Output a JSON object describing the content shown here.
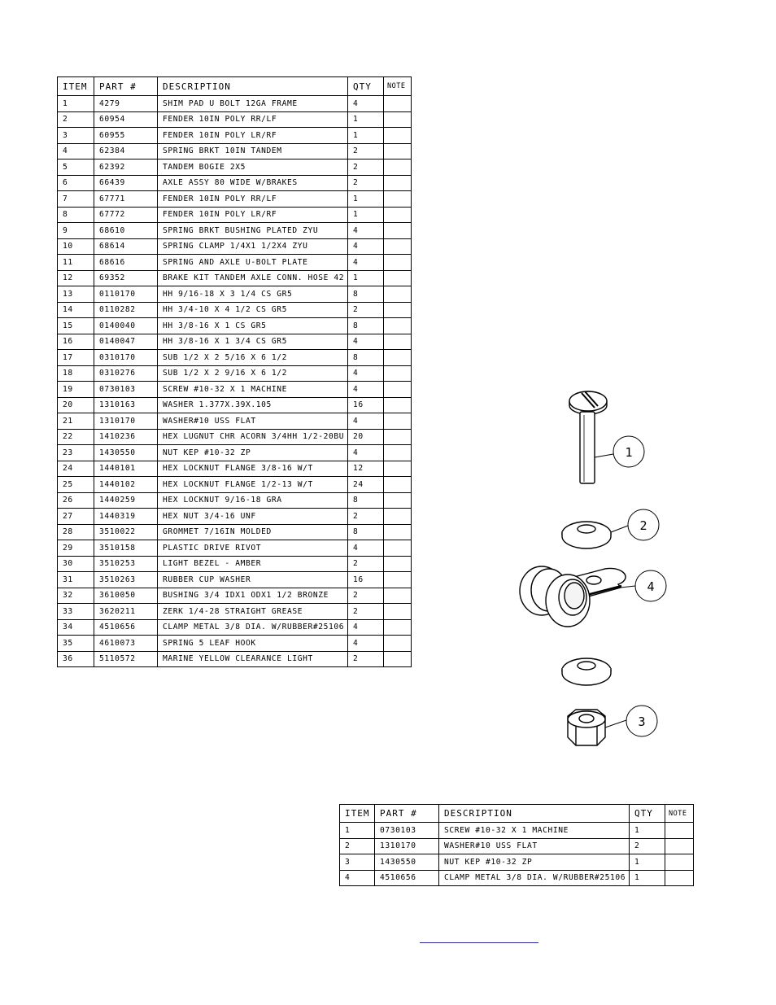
{
  "main_table": {
    "headers": [
      "ITEM",
      "PART #",
      "DESCRIPTION",
      "QTY",
      "NOTE"
    ],
    "rows": [
      [
        "1",
        "4279",
        "SHIM PAD   U BOLT 12GA FRAME",
        "4",
        ""
      ],
      [
        "2",
        "60954",
        "FENDER  10IN POLY RR/LF",
        "1",
        ""
      ],
      [
        "3",
        "60955",
        "FENDER  10IN POLY LR/RF",
        "1",
        ""
      ],
      [
        "4",
        "62384",
        "SPRING BRKT   10IN TANDEM",
        "2",
        ""
      ],
      [
        "5",
        "62392",
        "TANDEM BOGIE   2X5",
        "2",
        ""
      ],
      [
        "6",
        "66439",
        "AXLE ASSY 80 WIDE W/BRAKES",
        "2",
        ""
      ],
      [
        "7",
        "67771",
        "FENDER  10IN POLY RR/LF",
        "1",
        ""
      ],
      [
        "8",
        "67772",
        "FENDER  10IN POLY LR/RF",
        "1",
        ""
      ],
      [
        "9",
        "68610",
        "SPRING BRKT BUSHING PLATED ZYU",
        "4",
        ""
      ],
      [
        "10",
        "68614",
        "SPRING CLAMP   1/4X1 1/2X4  ZYU",
        "4",
        ""
      ],
      [
        "11",
        "68616",
        "SPRING AND AXLE U-BOLT PLATE",
        "4",
        ""
      ],
      [
        "12",
        "69352",
        "BRAKE KIT TANDEM AXLE CONN. HOSE 42",
        "1",
        ""
      ],
      [
        "13",
        "0110170",
        "HH 9/16-18 X 3 1/4 CS GR5",
        "8",
        ""
      ],
      [
        "14",
        "0110282",
        "HH 3/4-10 X 4 1/2 CS GR5",
        "2",
        ""
      ],
      [
        "15",
        "0140040",
        "HH 3/8-16 X 1 CS GR5",
        "8",
        ""
      ],
      [
        "16",
        "0140047",
        "HH 3/8-16 X 1 3/4 CS GR5",
        "4",
        ""
      ],
      [
        "17",
        "0310170",
        "SUB 1/2 X 2 5/16 X 6 1/2",
        "8",
        ""
      ],
      [
        "18",
        "0310276",
        "SUB 1/2 X 2 9/16 X 6 1/2",
        "4",
        ""
      ],
      [
        "19",
        "0730103",
        "SCREW #10-32 X 1 MACHINE",
        "4",
        ""
      ],
      [
        "20",
        "1310163",
        "WASHER 1.377X.39X.105",
        "16",
        ""
      ],
      [
        "21",
        "1310170",
        "WASHER#10 USS FLAT",
        "4",
        ""
      ],
      [
        "22",
        "1410236",
        "HEX LUGNUT CHR ACORN 3/4HH 1/2-20BU",
        "20",
        ""
      ],
      [
        "23",
        "1430550",
        "NUT KEP #10-32 ZP",
        "4",
        ""
      ],
      [
        "24",
        "1440101",
        "HEX LOCKNUT FLANGE 3/8-16 W/T",
        "12",
        ""
      ],
      [
        "25",
        "1440102",
        "HEX LOCKNUT FLANGE 1/2-13 W/T",
        "24",
        ""
      ],
      [
        "26",
        "1440259",
        "HEX LOCKNUT 9/16-18 GRA",
        "8",
        ""
      ],
      [
        "27",
        "1440319",
        "HEX NUT 3/4-16 UNF",
        "2",
        ""
      ],
      [
        "28",
        "3510022",
        "GROMMET  7/16IN MOLDED",
        "8",
        ""
      ],
      [
        "29",
        "3510158",
        "PLASTIC DRIVE RIVOT",
        "4",
        ""
      ],
      [
        "30",
        "3510253",
        "LIGHT BEZEL - AMBER",
        "2",
        ""
      ],
      [
        "31",
        "3510263",
        "RUBBER CUP WASHER",
        "16",
        ""
      ],
      [
        "32",
        "3610050",
        "BUSHING  3/4 IDX1 ODX1 1/2 BRONZE",
        "2",
        ""
      ],
      [
        "33",
        "3620211",
        "ZERK  1/4-28 STRAIGHT GREASE",
        "2",
        ""
      ],
      [
        "34",
        "4510656",
        "CLAMP METAL 3/8 DIA. W/RUBBER#25106",
        "4",
        ""
      ],
      [
        "35",
        "4610073",
        "SPRING  5 LEAF HOOK",
        "4",
        ""
      ],
      [
        "36",
        "5110572",
        "MARINE YELLOW CLEARANCE LIGHT",
        "2",
        ""
      ]
    ]
  },
  "clamp_table": {
    "headers": [
      "ITEM",
      "PART #",
      "DESCRIPTION",
      "QTY",
      "NOTE"
    ],
    "rows": [
      [
        "1",
        "0730103",
        "SCREW #10-32 X 1 MACHINE",
        "1",
        ""
      ],
      [
        "2",
        "1310170",
        "WASHER#10 USS FLAT",
        "2",
        ""
      ],
      [
        "3",
        "1430550",
        "NUT KEP #10-32 ZP",
        "1",
        ""
      ],
      [
        "4",
        "4510656",
        "CLAMP METAL 3/8 DIA. W/RUBBER#25106",
        "1",
        ""
      ]
    ]
  },
  "balloons": {
    "screw": "1",
    "washer": "2",
    "nut": "3",
    "clamp": "4"
  },
  "colors": {
    "line": "#000000",
    "link": "#1a1aff"
  }
}
